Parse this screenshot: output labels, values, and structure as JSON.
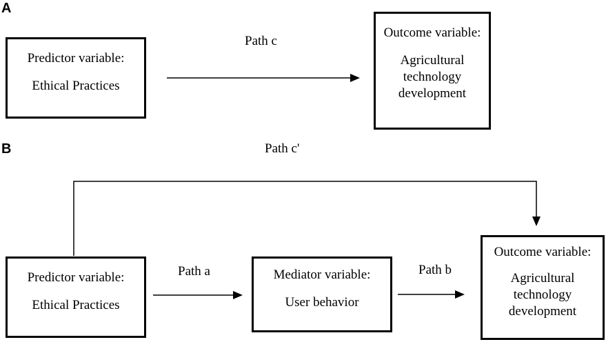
{
  "panel_a": {
    "letter": "A",
    "predictor": {
      "heading": "Predictor variable:",
      "name": "Ethical Practices"
    },
    "outcome": {
      "heading": "Outcome variable:",
      "name_lines": [
        "Agricultural",
        "technology",
        "development"
      ]
    },
    "path_c": "Path c"
  },
  "panel_b": {
    "letter": "B",
    "path_c_prime": "Path c'",
    "predictor": {
      "heading": "Predictor variable:",
      "name": "Ethical Practices"
    },
    "mediator": {
      "heading": "Mediator variable:",
      "name": "User behavior"
    },
    "outcome": {
      "heading": "Outcome variable:",
      "name_lines": [
        "Agricultural",
        "technology",
        "development"
      ]
    },
    "path_a": "Path a",
    "path_b": "Path b"
  }
}
